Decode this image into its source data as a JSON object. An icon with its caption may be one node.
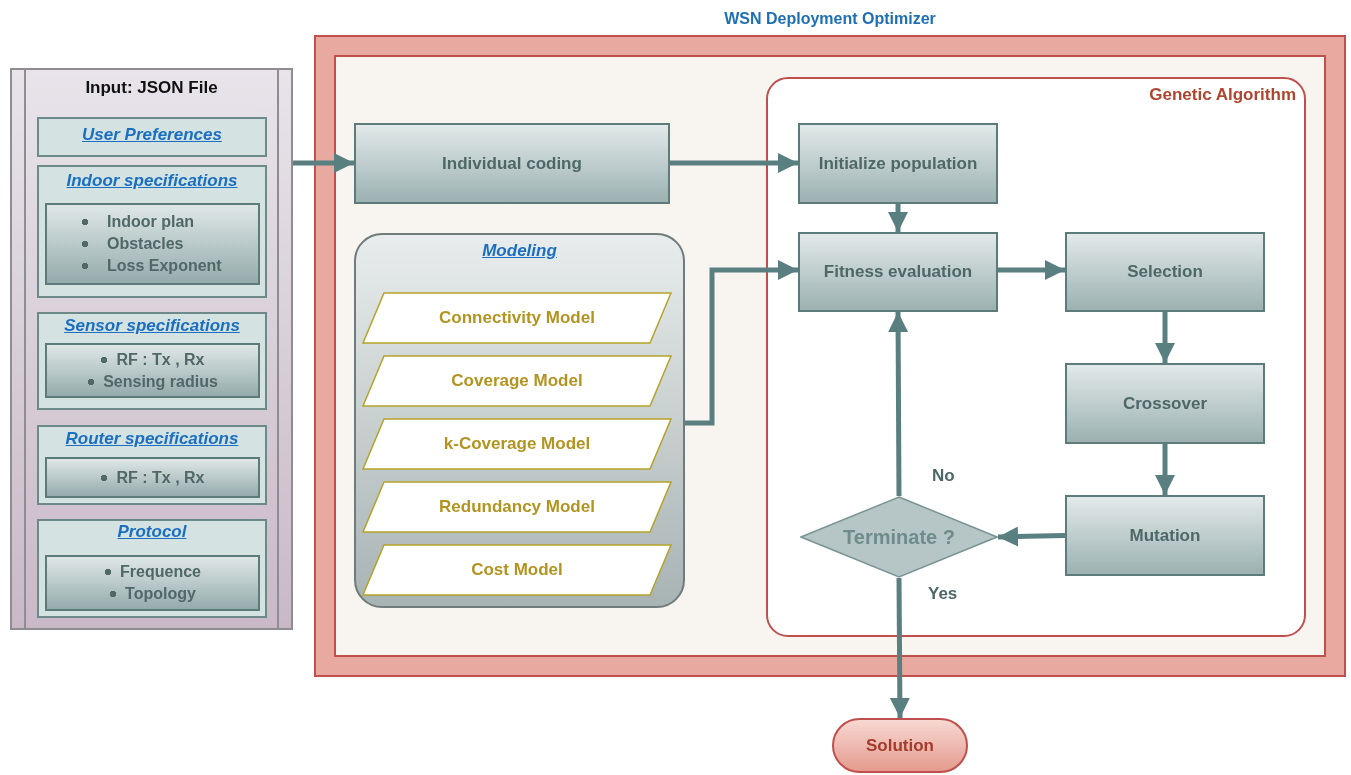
{
  "diagram": {
    "nodes": [
      {
        "text": [
          "Input: JSON File"
        ]
      },
      {
        "text": [
          "User Preferences"
        ],
        "in": 0
      },
      {
        "text": [
          "Indoor specifications"
        ],
        "in": 0
      },
      {
        "text": [
          "Indoor plan",
          "Obstacles",
          "Loss Exponent"
        ],
        "in": 2
      },
      {
        "text": [
          "Sensor specifications"
        ],
        "in": 0
      },
      {
        "text": [
          "RF :  Tx , Rx",
          "Sensing radius"
        ],
        "in": 4
      },
      {
        "text": [
          "Router specifications"
        ],
        "in": 0
      },
      {
        "text": [
          "RF :  Tx , Rx"
        ],
        "in": 6
      },
      {
        "text": [
          "Protocol"
        ],
        "in": 0
      },
      {
        "text": [
          "Frequence",
          "Topology"
        ],
        "in": 8
      },
      {
        "text": [
          "WSN Deployment Optimizer"
        ]
      },
      {
        "text": [],
        "shape": "box",
        "in": 10
      },
      {
        "text": [
          "Genetic Algorithm"
        ],
        "in": 11
      },
      {
        "text": [
          "Individual coding"
        ],
        "in": 11
      },
      {
        "text": [
          "Modeling"
        ],
        "in": 11
      },
      {
        "text": [
          "Connectivity Model"
        ],
        "in": 14
      },
      {
        "text": [
          "Coverage Model"
        ],
        "in": 14
      },
      {
        "text": [
          "k-Coverage Model"
        ],
        "in": 14
      },
      {
        "text": [
          "Redundancy Model"
        ],
        "in": 14
      },
      {
        "text": [
          "Cost Model"
        ],
        "in": 14
      },
      {
        "text": [
          "Initialize population"
        ],
        "in": 12
      },
      {
        "text": [
          "Fitness evaluation"
        ],
        "in": 12
      },
      {
        "text": [
          "Selection"
        ],
        "in": 12
      },
      {
        "text": [
          "Crossover"
        ],
        "in": 12
      },
      {
        "text": [
          "Mutation"
        ],
        "in": 12
      },
      {
        "text": [
          "Terminate ?"
        ],
        "in": 12
      },
      {
        "text": [
          "Solution"
        ]
      }
    ],
    "edges": [
      {
        "from": 0,
        "to": 13,
        "arrow": "to"
      },
      {
        "from": 13,
        "to": 20,
        "arrow": "to"
      },
      {
        "from": 20,
        "to": 21,
        "arrow": "to"
      },
      {
        "from": 14,
        "to": 21,
        "arrow": "to"
      },
      {
        "from": 21,
        "to": 22,
        "arrow": "to"
      },
      {
        "from": 22,
        "to": 23,
        "arrow": "to"
      },
      {
        "from": 23,
        "to": 24,
        "arrow": "to"
      },
      {
        "from": 24,
        "to": 25,
        "arrow": "to"
      },
      {
        "from": 25,
        "to": 21,
        "arrow": "to",
        "label": "No"
      },
      {
        "from": 25,
        "to": 26,
        "arrow": "to",
        "label": "Yes"
      }
    ]
  }
}
